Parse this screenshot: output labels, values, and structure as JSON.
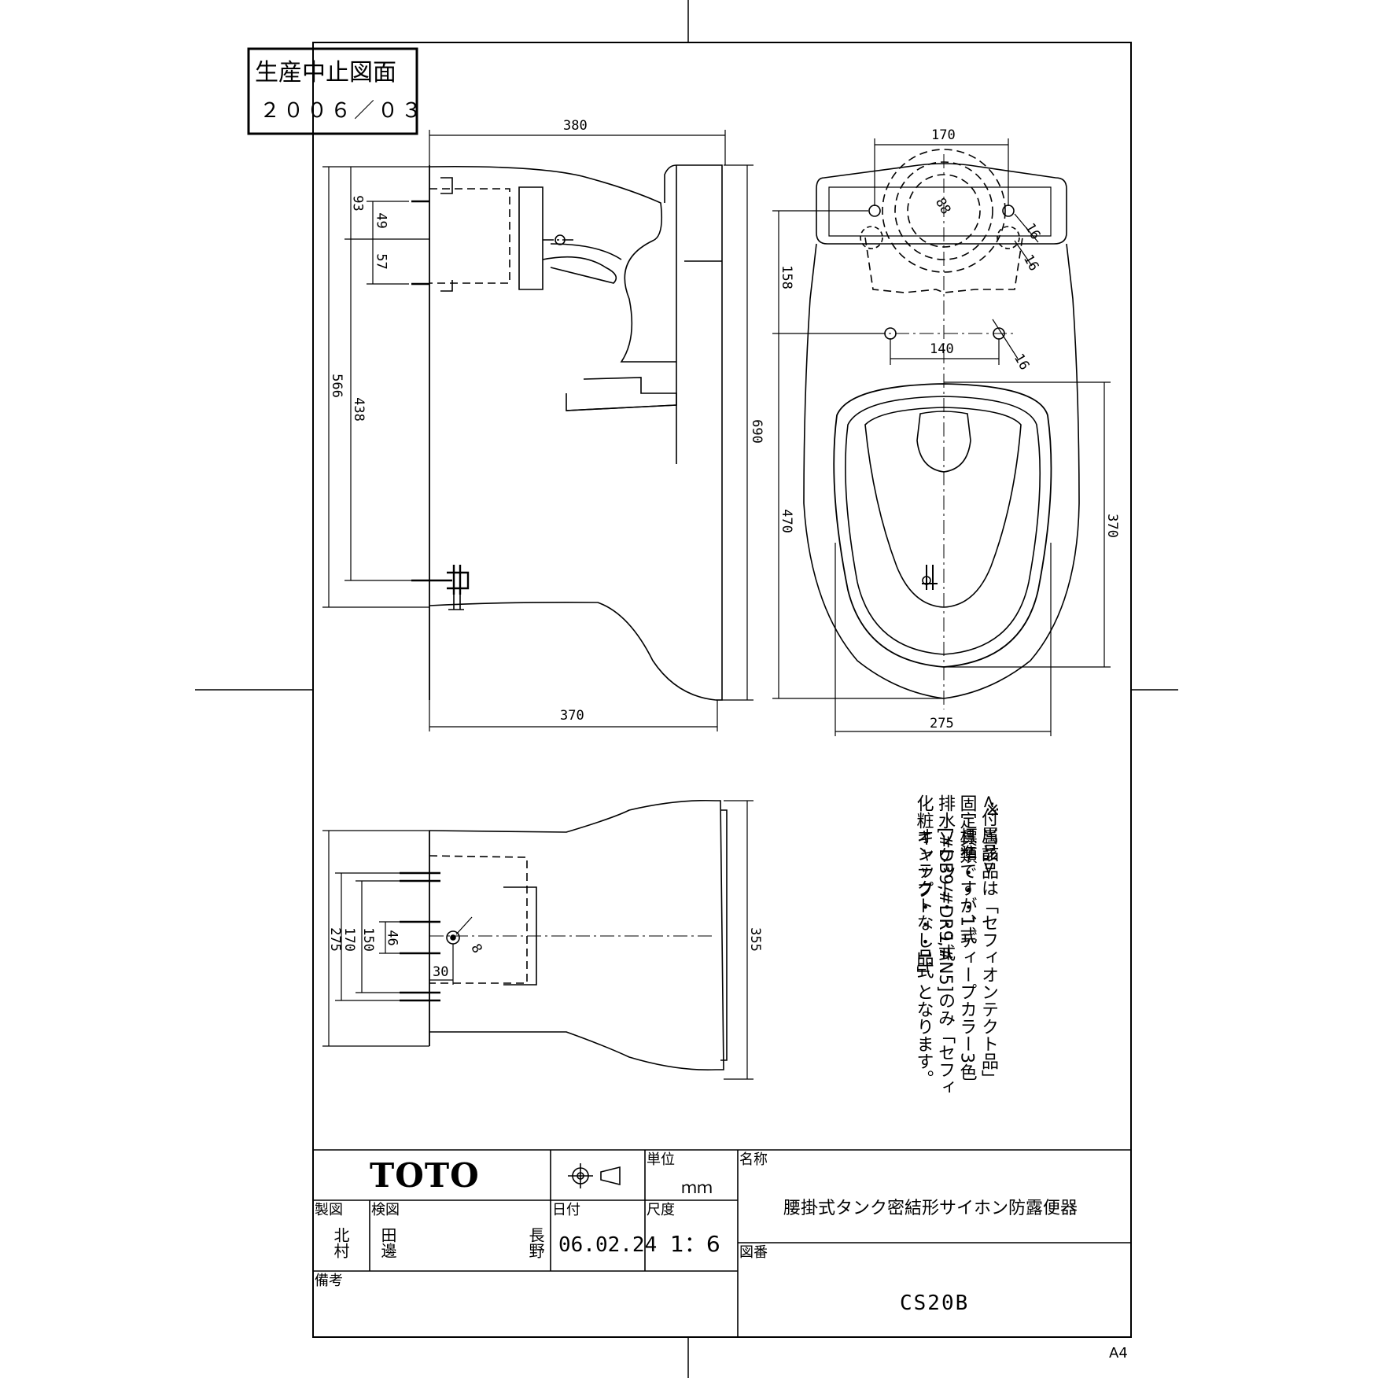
{
  "stamp": {
    "line1": "生産中止図面",
    "line2": "２００６／０３"
  },
  "dims": {
    "side_top": "380",
    "side_bottom": "370",
    "side_height": "690",
    "side_566": "566",
    "side_438": "438",
    "side_93": "93",
    "side_49": "49",
    "side_57": "57",
    "plan_170": "170",
    "plan_88": "88",
    "plan_16a": "16",
    "plan_16b": "16",
    "plan_16c": "16",
    "plan_158": "158",
    "plan_140": "140",
    "plan_470": "470",
    "plan_370": "370",
    "plan_275": "275",
    "bottom_275": "275",
    "bottom_170": "170",
    "bottom_150": "150",
    "bottom_46": "46",
    "bottom_30": "30",
    "bottom_8": "8",
    "bottom_355": "355"
  },
  "notes": {
    "accessories_title": "<付属品>",
    "accessory_1": "固定具類・・・1式",
    "accessory_2": "排水ソケット・・1式",
    "accessory_3": "化粧キャップ・・・1式",
    "asterisk": "※",
    "note_1": "当該品は「セフィオンテクト品」",
    "note_2": "標準ですが、ディープカラー3色",
    "note_3": "[#DB9,#DR9,#N5]のみ「セフィ",
    "note_4": "オンテクトなし品」となります。"
  },
  "title_block": {
    "brand": "TOTO",
    "unit_label": "単位",
    "unit_value": "ｍｍ",
    "name_label": "名称",
    "name_value": "腰掛式タンク密結形サイホン防露便器",
    "drawn_label": "製図",
    "drawn_by": "北村",
    "checked_label": "検図",
    "checked_by_1": "田邊",
    "checked_by_2": "長野",
    "date_label": "日付",
    "date_value": "06.02.24",
    "scale_label": "尺度",
    "scale_value": "1：6",
    "drawing_no_label": "図番",
    "drawing_no_value": "CS20B",
    "remarks_label": "備考",
    "paper_size": "A4"
  }
}
